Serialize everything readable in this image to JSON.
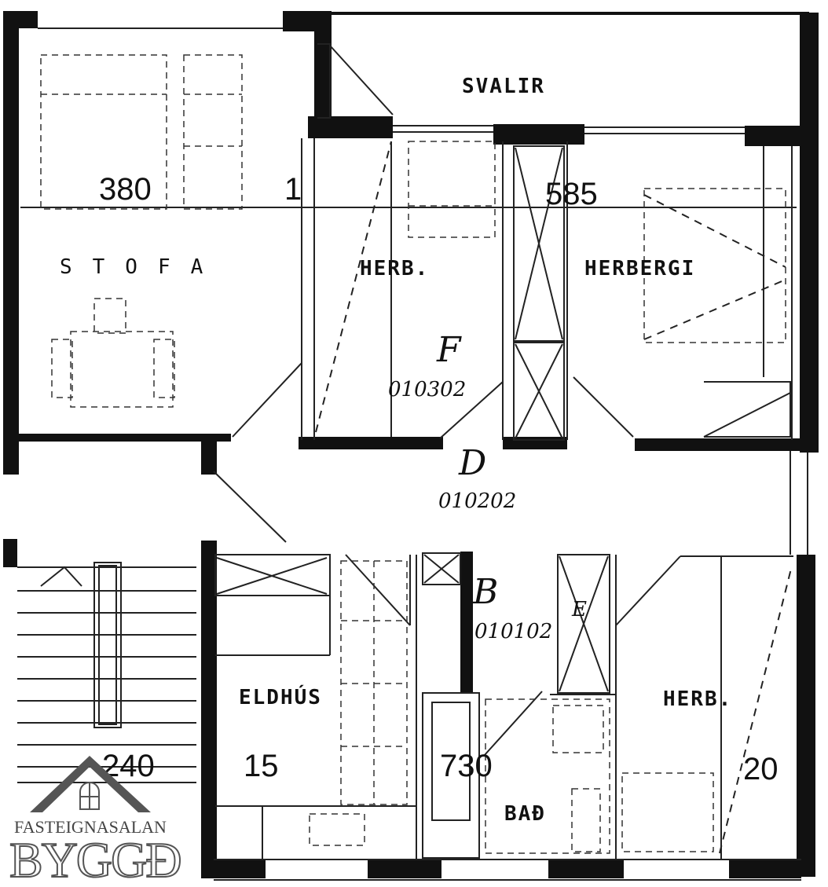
{
  "rooms": {
    "svalir": "SVALIR",
    "stofa": "STOFA",
    "herb_middle": "HERB.",
    "herbergi": "HERBERGI",
    "eldhus": "ELDHÚS",
    "bad": "BAÐ",
    "herb_bottom": "HERB."
  },
  "dimensions": {
    "d380": "380",
    "d1": "1",
    "d585": "585",
    "d240": "240",
    "d15": "15",
    "d730": "730",
    "d20": "20"
  },
  "handwritten": {
    "f_letter": "F",
    "code_f": "010302",
    "d_letter": "D",
    "code_d": "010202",
    "b_letter": "B",
    "code_b": "010102",
    "e_letter": "E"
  },
  "logo": {
    "top_text": "FASTEIGNASALAN",
    "big_text": "BYGGÐ"
  },
  "colors": {
    "wall": "#111111",
    "line": "#222222",
    "background": "#ffffff",
    "logo_gray": "#555555"
  }
}
